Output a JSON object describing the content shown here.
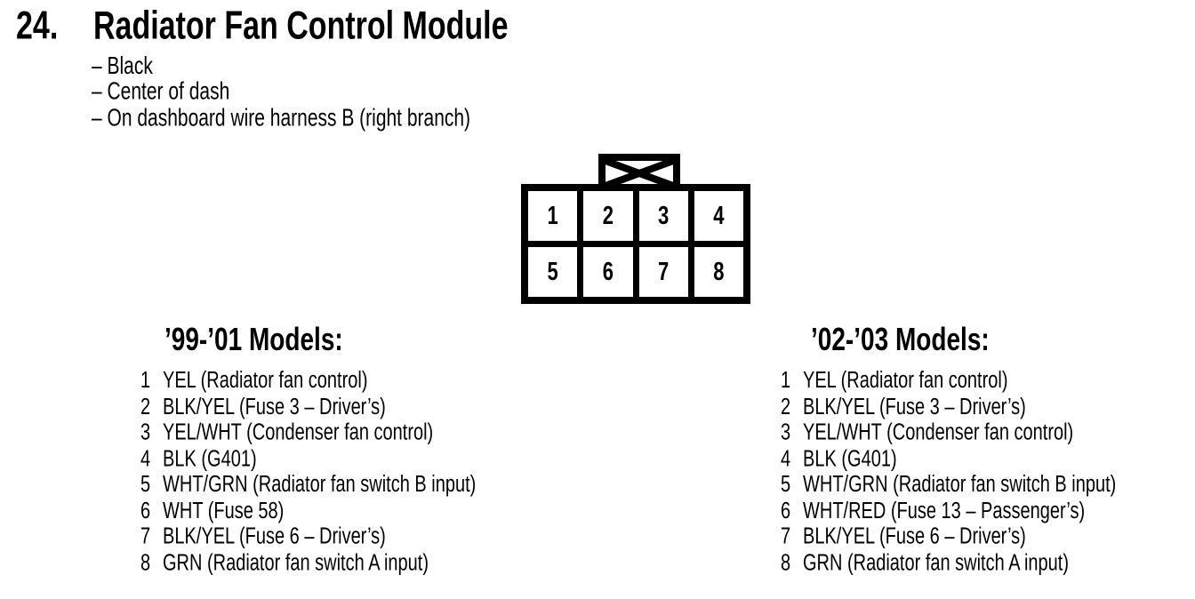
{
  "header": {
    "section_number": "24.",
    "title": "Radiator Fan Control Module",
    "notes": [
      "– Black",
      "– Center of dash",
      "– On dashboard wire harness B (right branch)"
    ]
  },
  "connector": {
    "latch_icon": "crossed-box",
    "rows": 2,
    "cols": 4,
    "pins": [
      "1",
      "2",
      "3",
      "4",
      "5",
      "6",
      "7",
      "8"
    ]
  },
  "columns": [
    {
      "header": "’99-’01 Models:",
      "pins": [
        {
          "num": "1",
          "desc": "YEL (Radiator fan control)"
        },
        {
          "num": "2",
          "desc": "BLK/YEL (Fuse 3 – Driver’s)"
        },
        {
          "num": "3",
          "desc": "YEL/WHT (Condenser fan control)"
        },
        {
          "num": "4",
          "desc": "BLK (G401)"
        },
        {
          "num": "5",
          "desc": "WHT/GRN (Radiator fan switch B input)"
        },
        {
          "num": "6",
          "desc": "WHT (Fuse 58)"
        },
        {
          "num": "7",
          "desc": "BLK/YEL (Fuse 6 – Driver’s)"
        },
        {
          "num": "8",
          "desc": "GRN (Radiator fan switch A input)"
        }
      ]
    },
    {
      "header": "’02-’03 Models:",
      "pins": [
        {
          "num": "1",
          "desc": "YEL (Radiator fan control)"
        },
        {
          "num": "2",
          "desc": "BLK/YEL (Fuse 3 – Driver’s)"
        },
        {
          "num": "3",
          "desc": "YEL/WHT (Condenser fan control)"
        },
        {
          "num": "4",
          "desc": "BLK (G401)"
        },
        {
          "num": "5",
          "desc": "WHT/GRN (Radiator fan switch B input)"
        },
        {
          "num": "6",
          "desc": "WHT/RED (Fuse 13 – Passenger’s)"
        },
        {
          "num": "7",
          "desc": "BLK/YEL (Fuse 6 – Driver’s)"
        },
        {
          "num": "8",
          "desc": "GRN (Radiator fan switch A input)"
        }
      ]
    }
  ],
  "colors": {
    "ink": "#000000",
    "paper": "#ffffff"
  }
}
